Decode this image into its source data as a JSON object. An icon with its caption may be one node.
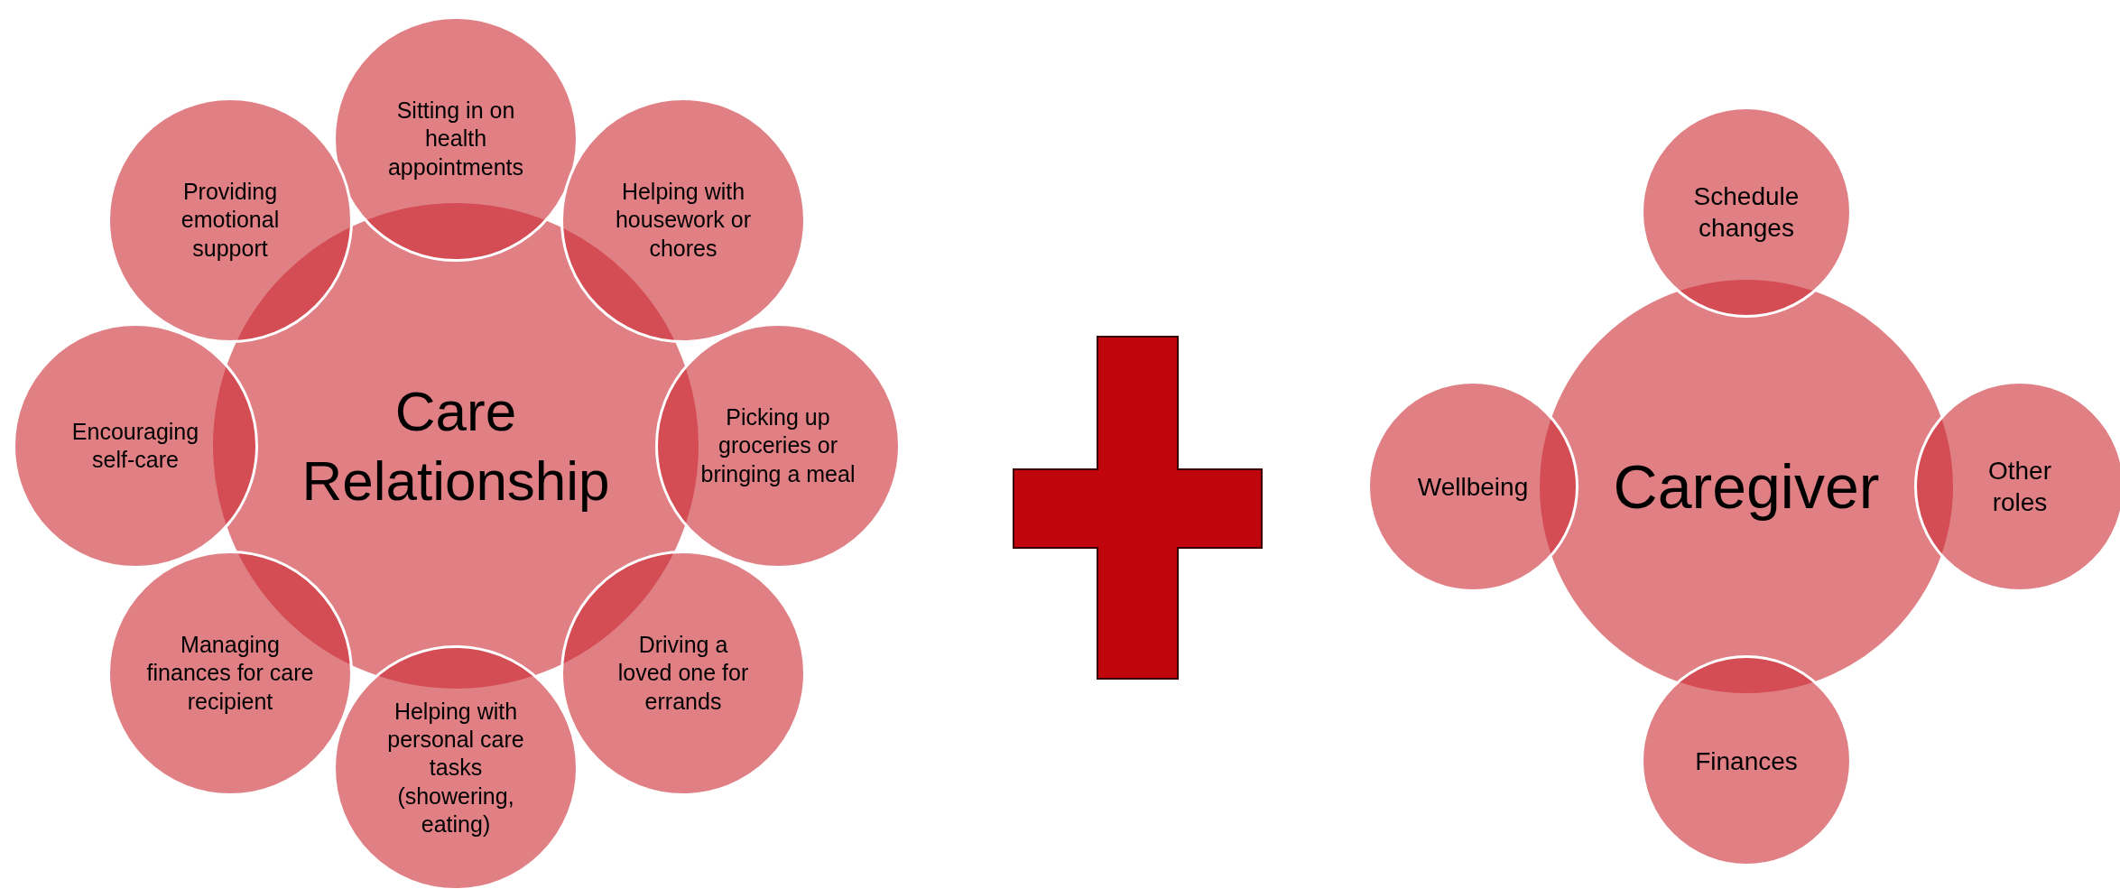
{
  "diagram": {
    "nodes": [
      {
        "text": [
          "Care Relationship"
        ]
      },
      {
        "text": [
          "Sitting in on health appointments"
        ]
      },
      {
        "text": [
          "Helping with housework or chores"
        ]
      },
      {
        "text": [
          "Picking up groceries or bringing a meal"
        ]
      },
      {
        "text": [
          "Driving a loved one for errands"
        ]
      },
      {
        "text": [
          "Helping with personal care tasks (showering, eating)"
        ]
      },
      {
        "text": [
          "Managing finances for care recipient"
        ]
      },
      {
        "text": [
          "Encouraging self-care"
        ]
      },
      {
        "text": [
          "Providing emotional support"
        ]
      },
      {
        "text": [],
        "shape": "plus"
      },
      {
        "text": [
          "Caregiver"
        ]
      },
      {
        "text": [
          "Schedule changes"
        ]
      },
      {
        "text": [
          "Other roles"
        ]
      },
      {
        "text": [
          "Finances"
        ]
      },
      {
        "text": [
          "Wellbeing"
        ]
      }
    ]
  }
}
